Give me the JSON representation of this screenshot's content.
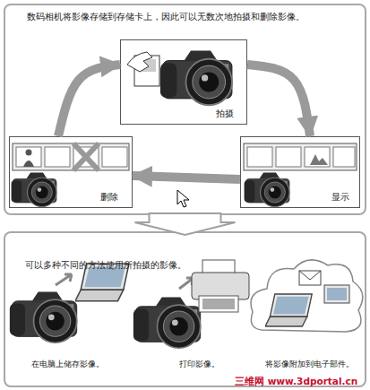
{
  "diagram": {
    "nodes": [
      {
        "text": [
          "数码相机将影像存储到存储卡上，因此可以无数次地拍摄和删除影像。"
        ]
      },
      {
        "text": [
          "拍摄"
        ],
        "in": 0
      },
      {
        "text": [
          "删除"
        ],
        "in": 0
      },
      {
        "text": [
          "显示"
        ],
        "in": 0
      },
      {
        "text": [
          "可以多种不同的方法使用所拍摄的影像。"
        ]
      }
    ],
    "edges": [
      {
        "from": 2,
        "to": 1,
        "arrow": "to"
      },
      {
        "from": 1,
        "to": 3,
        "arrow": "to"
      },
      {
        "from": 3,
        "to": 2,
        "arrow": "to"
      },
      {
        "from": 0,
        "to": 4,
        "arrow": "to"
      }
    ],
    "labels": [
      "在电脑上储存影像。",
      "打印影像。",
      "将影像附加到电子部件。",
      "三维网 www.3dportal.cn"
    ]
  }
}
